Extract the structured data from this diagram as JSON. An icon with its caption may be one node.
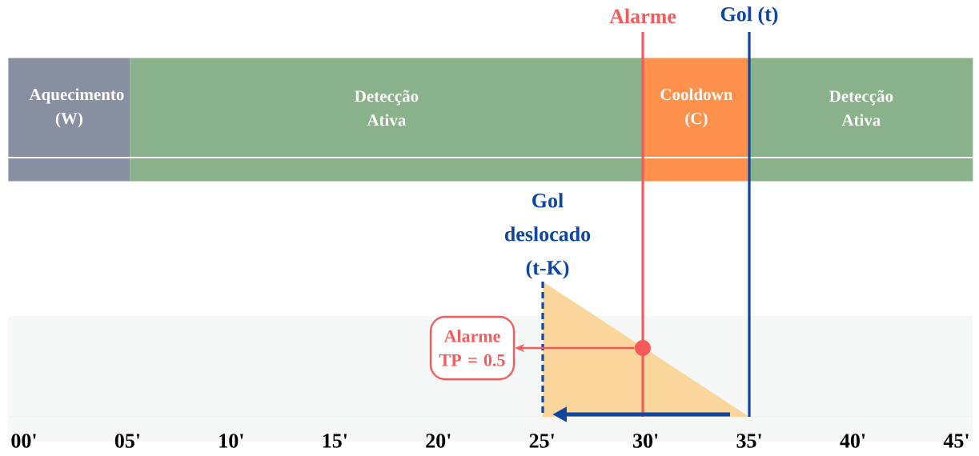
{
  "diagram": {
    "nodes": [
      {
        "text": [
          "Aquecimento (W)"
        ]
      },
      {
        "text": [
          "Detecção Ativa"
        ]
      },
      {
        "text": [
          "Cooldown (C)"
        ]
      },
      {
        "text": [
          "Detecção Ativa"
        ]
      },
      {
        "text": [],
        "shape": "circle"
      },
      {
        "text": [
          "Alarme TP = 0.5"
        ]
      }
    ],
    "edges": [
      {
        "from": 4,
        "to": 5,
        "arrow": "to"
      }
    ],
    "labels": [
      "Alarme",
      "Gol (t)",
      "Gol deslocado (t-K)",
      "00'",
      "05'",
      "10'",
      "15'",
      "20'",
      "25'",
      "30'",
      "35'",
      "40'",
      "45'"
    ]
  }
}
